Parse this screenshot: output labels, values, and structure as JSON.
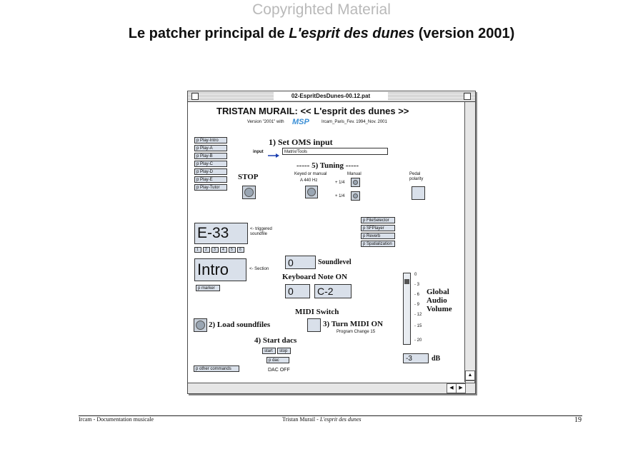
{
  "watermark": "Copyrighted Material",
  "doc_title": {
    "prefix": "Le patcher principal de ",
    "italic": "L'esprit des dunes",
    "suffix": " (version 2001)"
  },
  "window": {
    "title": "02-EspritDesDunes-00.12.pat",
    "heading": "TRISTAN MURAIL:  << L'esprit des dunes >>",
    "version_line_left": "Version \"2001\" with",
    "logo": "MSP",
    "version_line_right": "Ircam_Paris_Fev. 1994_Nov. 2001",
    "play_buttons": [
      "p Play-Intro",
      "p Play-A",
      "p Play-B",
      "p Play-C",
      "p Play-D",
      "p Play-E",
      "p Play-Tutor"
    ],
    "oms": {
      "label": "1) Set OMS input",
      "input_label": "input",
      "input_value": "Matrix/Tools"
    },
    "stop_label": "STOP",
    "tuning": {
      "label": "----- 5) Tuning -----",
      "keyed_label": "Keyed or manual",
      "freq": "A 440 Hz",
      "manual_label": "Manual",
      "q1": "+ 1/4",
      "q2": "+ 1/4",
      "pedal_label": "Pedal polarity"
    },
    "trigger": {
      "value": "E-33",
      "label": "<- triggered soundfile"
    },
    "side_buttons": [
      "p FileSelector",
      "p SFPlayer",
      "p Reverb",
      "p Spatialization"
    ],
    "small_boxes": [
      "1",
      "2",
      "3",
      "4",
      "5",
      "6"
    ],
    "section": {
      "value": "Intro",
      "label": "<- Section",
      "sub": "p marker"
    },
    "soundlevel": {
      "value": "0",
      "label": "Soundlevel"
    },
    "keyboard": {
      "label": "Keyboard Note ON",
      "value1": "0",
      "value2": "C-2"
    },
    "midi_switch": {
      "label": "MIDI Switch",
      "turn_on": "3) Turn MIDI ON",
      "sub": "Program Change 15"
    },
    "load": {
      "label": "2) Load soundfiles"
    },
    "dacs": {
      "label": "4) Start dacs",
      "start": "start",
      "stop": "stop",
      "set": "p dac",
      "status": "DAC OFF"
    },
    "bottom_left": "p other commands",
    "volume": {
      "label1": "Global",
      "label2": "Audio",
      "label3": "Volume",
      "ticks": [
        "0",
        "- 3",
        "- 6",
        "- 9",
        "- 12",
        "- 15",
        "- 20"
      ],
      "value": "-3",
      "unit": "dB"
    }
  },
  "footer": {
    "left": "Ircam - Documentation musicale",
    "center_prefix": "Tristan Murail - ",
    "center_italic": "L'esprit des dunes",
    "page": "19"
  }
}
